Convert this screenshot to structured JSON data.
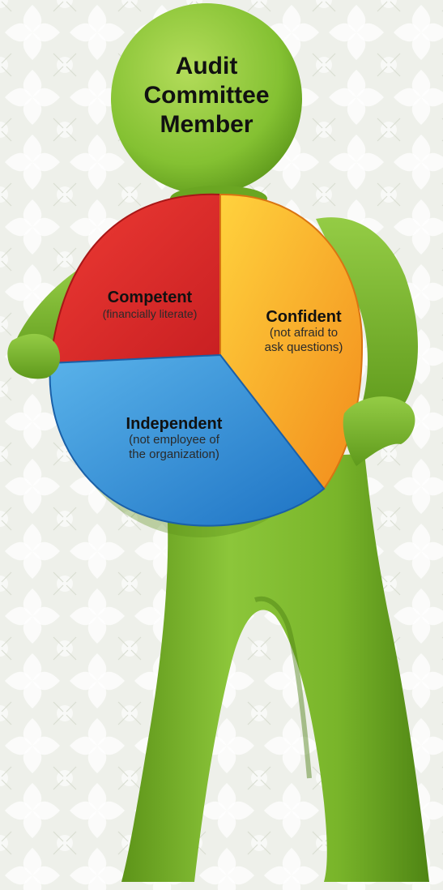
{
  "figure": {
    "title_lines": [
      "Audit",
      "Committee",
      "Member"
    ]
  },
  "pie": {
    "slices": [
      {
        "key": "competent",
        "name": "Competent",
        "description": "(financially literate)",
        "color": "#e02a2a"
      },
      {
        "key": "confident",
        "name": "Confident",
        "description_lines": [
          "(not afraid to",
          "ask questions)"
        ],
        "color": "#f7a823"
      },
      {
        "key": "independent",
        "name": "Independent",
        "description_lines": [
          "(not employee of",
          "the organization)"
        ],
        "color": "#2f8fd6"
      }
    ]
  },
  "colors": {
    "figure_green": "#7ab829",
    "background": "#eef0ea",
    "pattern": "#ffffff"
  }
}
